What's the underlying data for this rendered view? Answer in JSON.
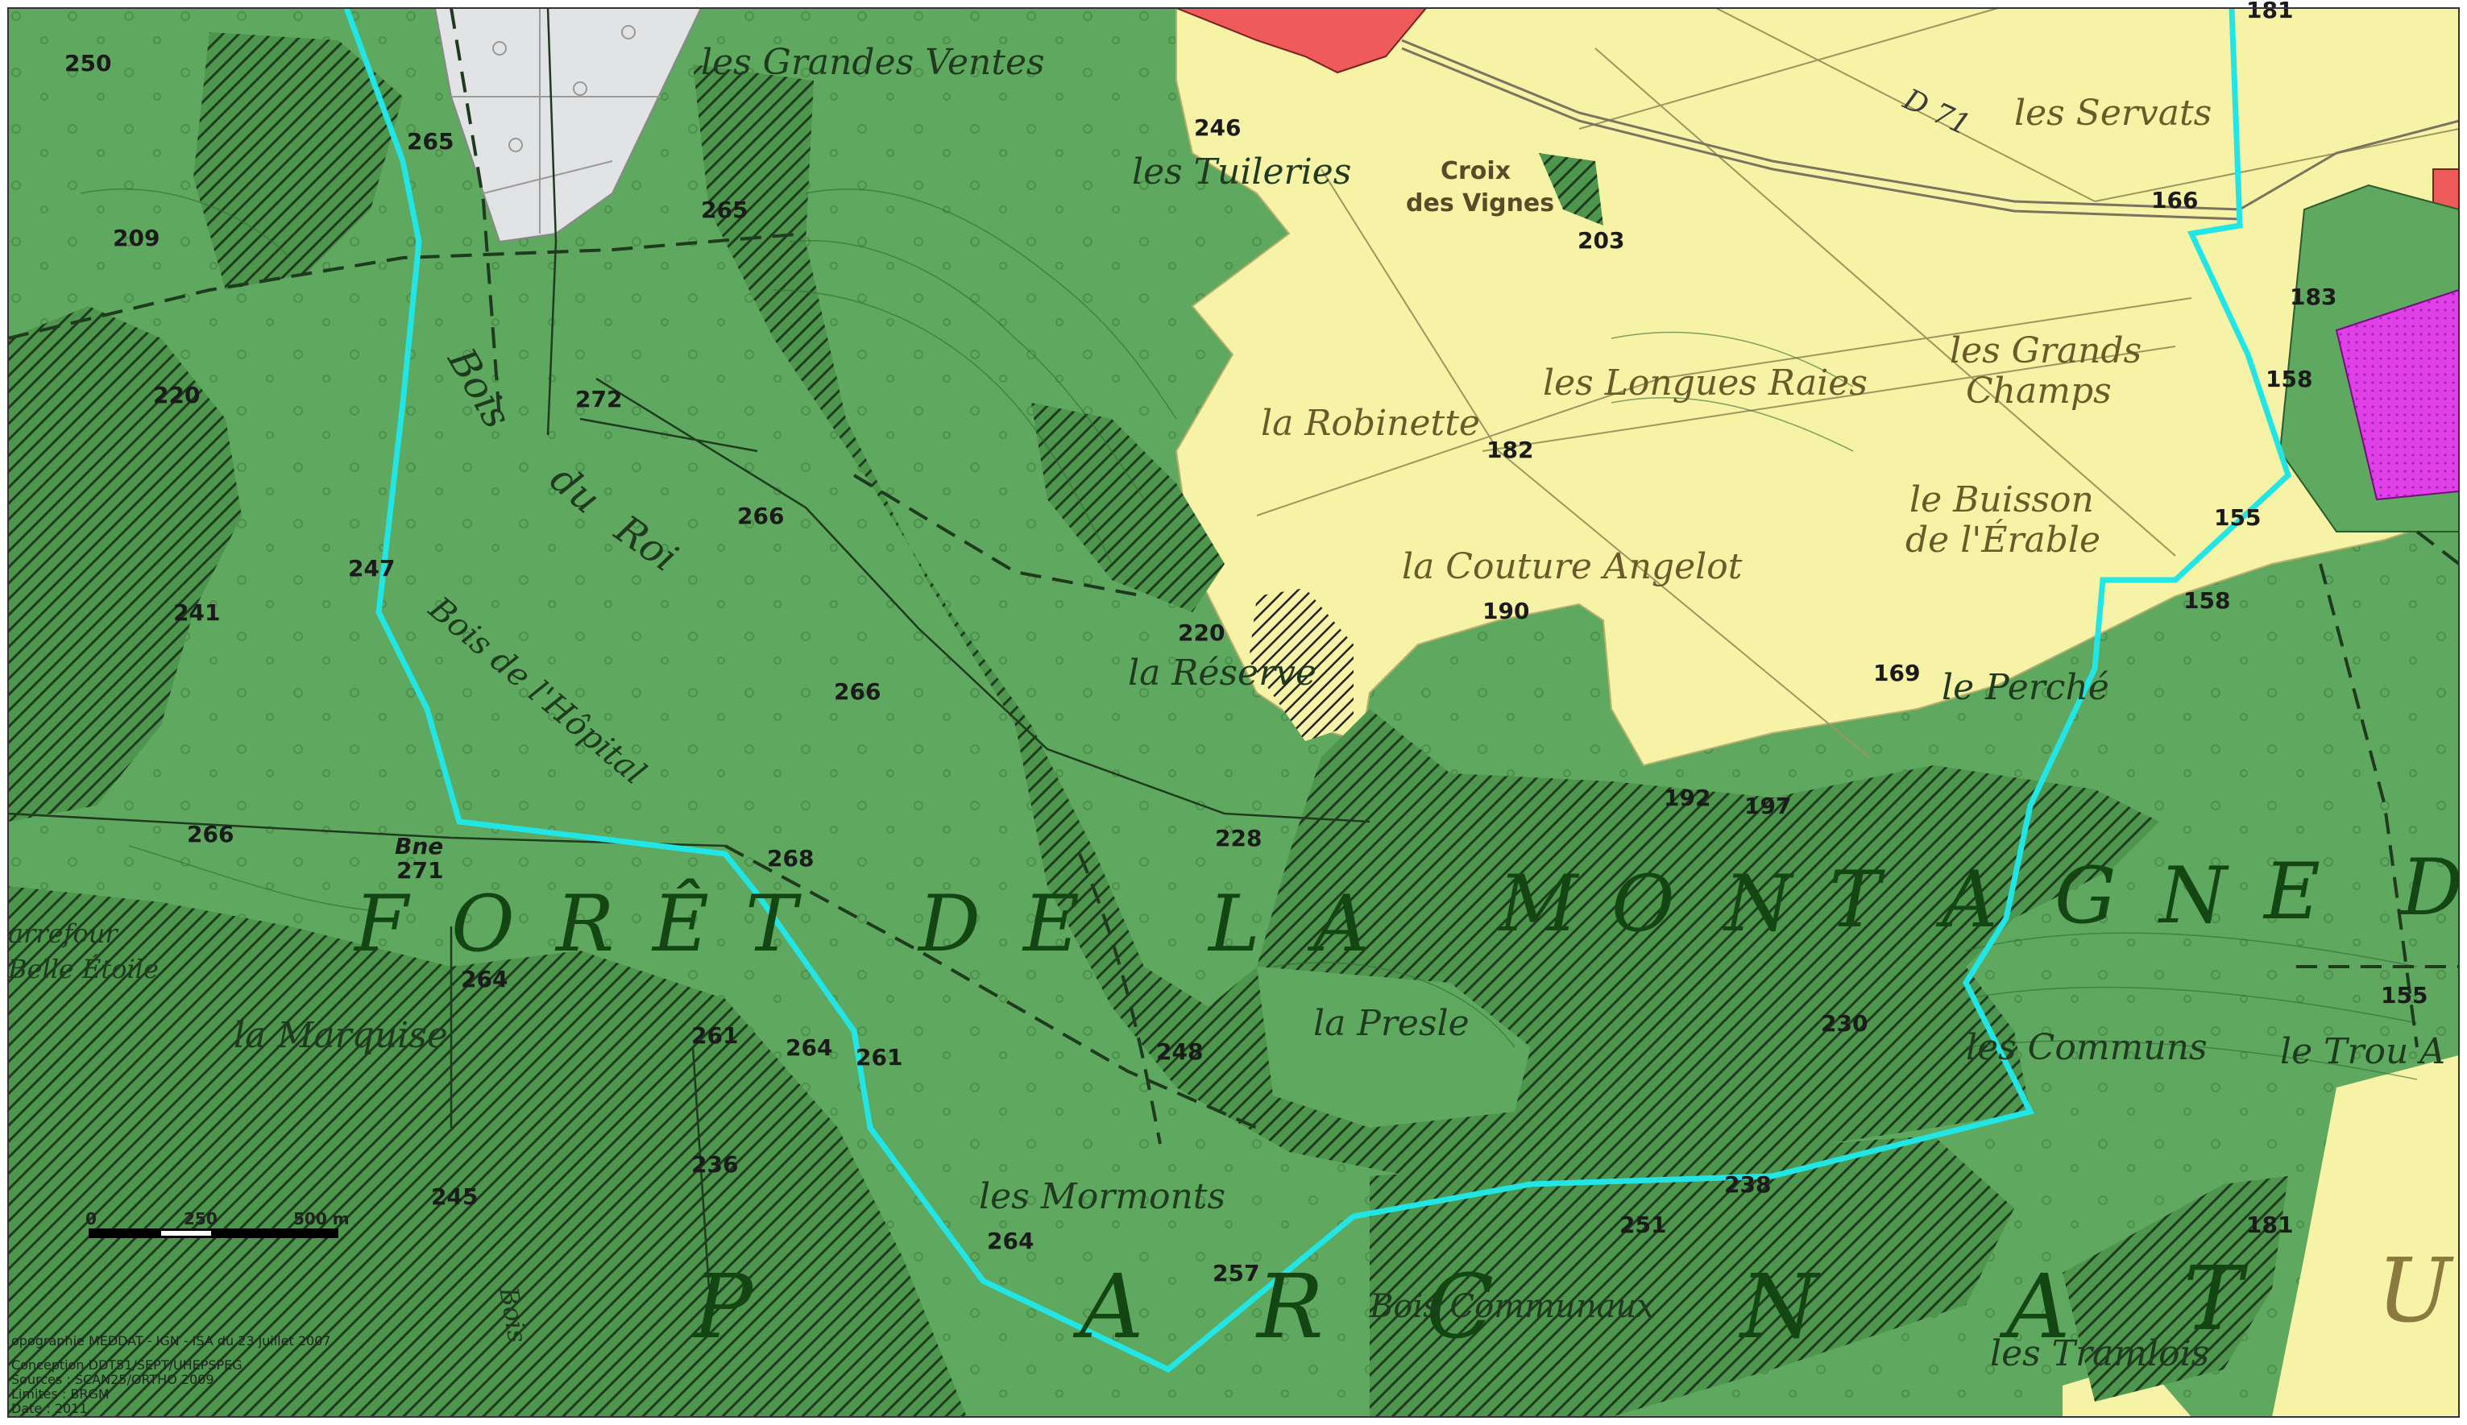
{
  "map": {
    "colors": {
      "forest": "#5aa55a",
      "forest_light": "#6fb56f",
      "hatch": "#1f3a1f",
      "field": "#f6f2a6",
      "urban": "#ef5b5b",
      "special": "#e040e8",
      "boundary": "#22e6e6",
      "rock": "#e2e3e5"
    },
    "region_labels": {
      "foret_letters": [
        "F",
        "O",
        "R",
        "Ê",
        "T",
        "D",
        "E",
        "L",
        "A",
        "M",
        "O",
        "N",
        "T",
        "A",
        "G",
        "N",
        "E",
        "D"
      ],
      "parc_letters": [
        "P",
        "A",
        "R",
        "C",
        "N",
        "A",
        "T",
        "U"
      ]
    },
    "place_names": {
      "grandes_ventes": "les Grandes Ventes",
      "tuileries": "les Tuileries",
      "croix": "Croix",
      "des_vignes": "des Vignes",
      "servats": "les Servats",
      "grands": "les Grands",
      "champs": "Champs",
      "longues_raies": "les Longues Raies",
      "robinette": "la Robinette",
      "buisson": "le Buisson",
      "erable": "de l'Érable",
      "couture": "la Couture Angelot",
      "reserve": "la Réserve",
      "perche": "le Perché",
      "bois_du_roi_1": "Bois",
      "bois_du_roi_2": "du",
      "bois_du_roi_3": "Roi",
      "bois_hopital": "Bois de l'Hôpital",
      "presle": "la Presle",
      "marquise": "la Marquise",
      "communs": "les Communs",
      "trou": "le Trou A",
      "mormonts": "les Mormonts",
      "bois_communaux": "Bois Communaux",
      "tramlois": "les Tramlois",
      "bne": "Bne",
      "carrefour": "arrefour",
      "belle_etoile": "Belle Étoile",
      "bois_small": "Bois",
      "road_d71": "D 71"
    },
    "altitudes": [
      "250",
      "265",
      "209",
      "220",
      "241",
      "247",
      "266",
      "271",
      "264",
      "261",
      "236",
      "245",
      "265",
      "272",
      "266",
      "266",
      "268",
      "264",
      "261",
      "264",
      "257",
      "246",
      "203",
      "182",
      "190",
      "220",
      "228",
      "248",
      "169",
      "192",
      "197",
      "230",
      "238",
      "251",
      "166",
      "158",
      "155",
      "158",
      "183",
      "181",
      "155",
      "181"
    ],
    "scale_bar": {
      "zero": "0",
      "mid": "250",
      "end": "500 m"
    },
    "credits": [
      "opographie MEDDAT - IGN - ISA du 23 juillet 2007",
      "Conception DDT51/SEPT/UHEPSPEG",
      "Sources : SCAN25/ORTHO 2009",
      "Limites : BRGM",
      "Date : 2011"
    ]
  }
}
